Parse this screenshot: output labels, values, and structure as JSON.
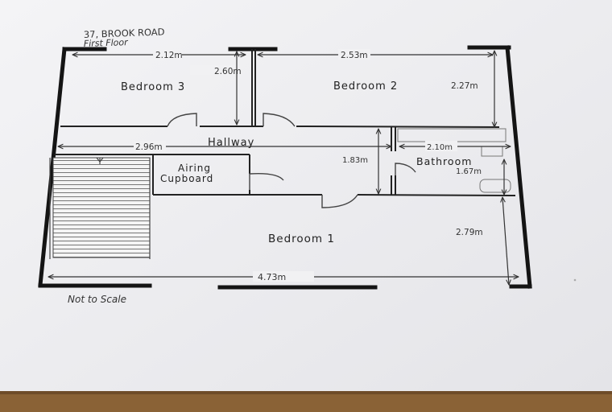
{
  "header": {
    "address": "37, BROOK ROAD",
    "floor": "First Floor"
  },
  "footer": {
    "note": "Not to Scale"
  },
  "rooms": {
    "bedroom3": "Bedroom 3",
    "bedroom2": "Bedroom 2",
    "hallway": "Hallway",
    "airing_line1": "Airing",
    "airing_line2": "Cupboard",
    "bathroom": "Bathroom",
    "bedroom1": "Bedroom 1"
  },
  "dimensions": {
    "bed3_width": "2.12m",
    "bed3_depth": "2.60m",
    "bed2_width": "2.53m",
    "bed2_depth": "2.27m",
    "hall_width": "2.96m",
    "hall_depth": "1.83m",
    "bath_width": "2.10m",
    "bath_depth": "1.67m",
    "bed1_depth": "2.79m",
    "bed1_width": "4.73m"
  },
  "colors": {
    "paper": "#f1f1f3",
    "wall": "#141414",
    "thin_line": "#333333",
    "table": "#8a6236"
  }
}
